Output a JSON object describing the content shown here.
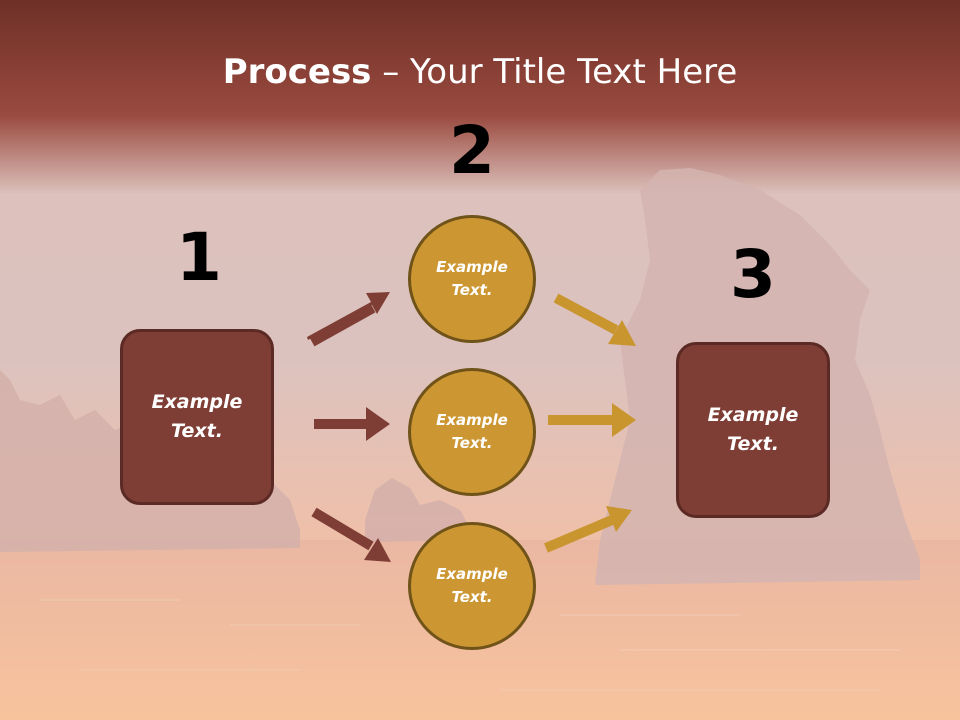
{
  "title": {
    "bold": "Process",
    "rest": " – Your Title Text Here"
  },
  "steps": {
    "one": "1",
    "two": "2",
    "three": "3"
  },
  "nodes": {
    "left_box": "Example Text.",
    "circle_top": "Example Text.",
    "circle_middle": "Example Text.",
    "circle_bottom": "Example Text.",
    "right_box": "Example Text."
  },
  "colors": {
    "header_band": "#8f3b30",
    "box_fill": "#7f3e35",
    "circle_fill": "#cc9733",
    "arrow_left": "#7f3e35",
    "arrow_right": "#c9952f"
  }
}
